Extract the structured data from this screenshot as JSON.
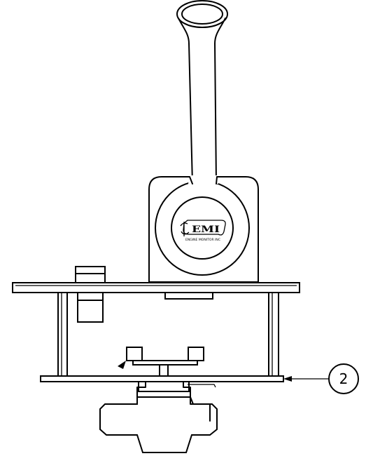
{
  "drawing": {
    "callouts": [
      {
        "id": "2",
        "label": "2"
      }
    ],
    "logo": {
      "text": "EMI",
      "subtext": "ENGINE MONITOR INC"
    }
  }
}
